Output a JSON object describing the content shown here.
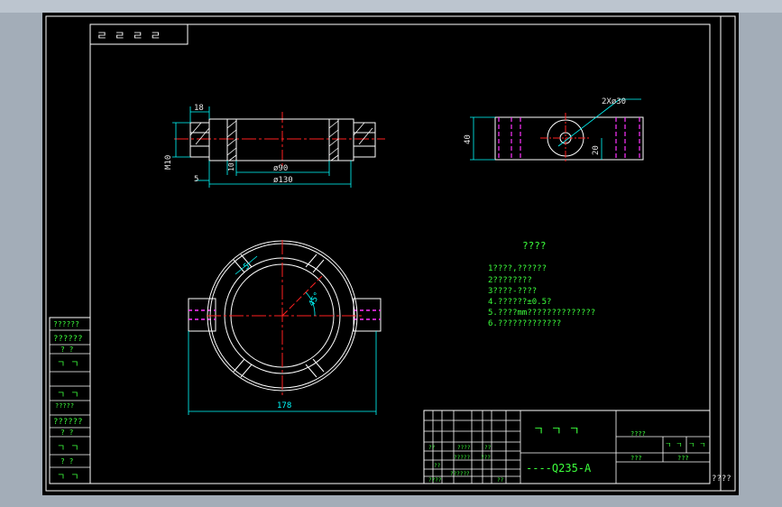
{
  "colors": {
    "background": "#a3adb8",
    "sheet": "#000000",
    "outline": "#ffffff",
    "dimension": "#00ffff",
    "center_line": "#ff2020",
    "hidden_line": "#ff33ff",
    "text": "#3cff3c"
  },
  "top_left_marks": "ㄹ ㄹ ㄹ ㄹ",
  "front_view": {
    "dim_18": "18",
    "dim_m10": "M10",
    "dim_5": "5",
    "dim_10": "10",
    "dim_d90": "ø90",
    "dim_d130": "ø130"
  },
  "side_view": {
    "dim_2x30": "2Xø30",
    "dim_40": "40",
    "dim_20": "20"
  },
  "plan_view": {
    "dim_5": "5",
    "dim_45": "45°",
    "dim_178": "178"
  },
  "tech_requirements": {
    "title": "????",
    "items": [
      "1????,??????",
      "2????????",
      "3????-????",
      "4.??????±0.5?",
      "5.????mm??????????????",
      "6.?????????????"
    ]
  },
  "left_strip": [
    "??????",
    "??????",
    "? ?",
    "ㄱ ㄱ",
    "ㄱ ㄱ",
    "?????",
    "??????",
    "? ?",
    "ㄱ ㄱ",
    "? ?",
    "ㄱ ㄱ"
  ],
  "title_block": {
    "name_marks": "ㄱ ㄱ ㄱ",
    "material": "----Q235-A",
    "small_cells": [
      "????",
      "?????",
      "??????",
      "????",
      "??",
      "??",
      "???",
      "??",
      "??"
    ],
    "right_cells": [
      "????",
      "ㄱ ㄱ",
      "ㄱ ㄱ",
      "???",
      "???"
    ]
  },
  "corner_note": "????"
}
